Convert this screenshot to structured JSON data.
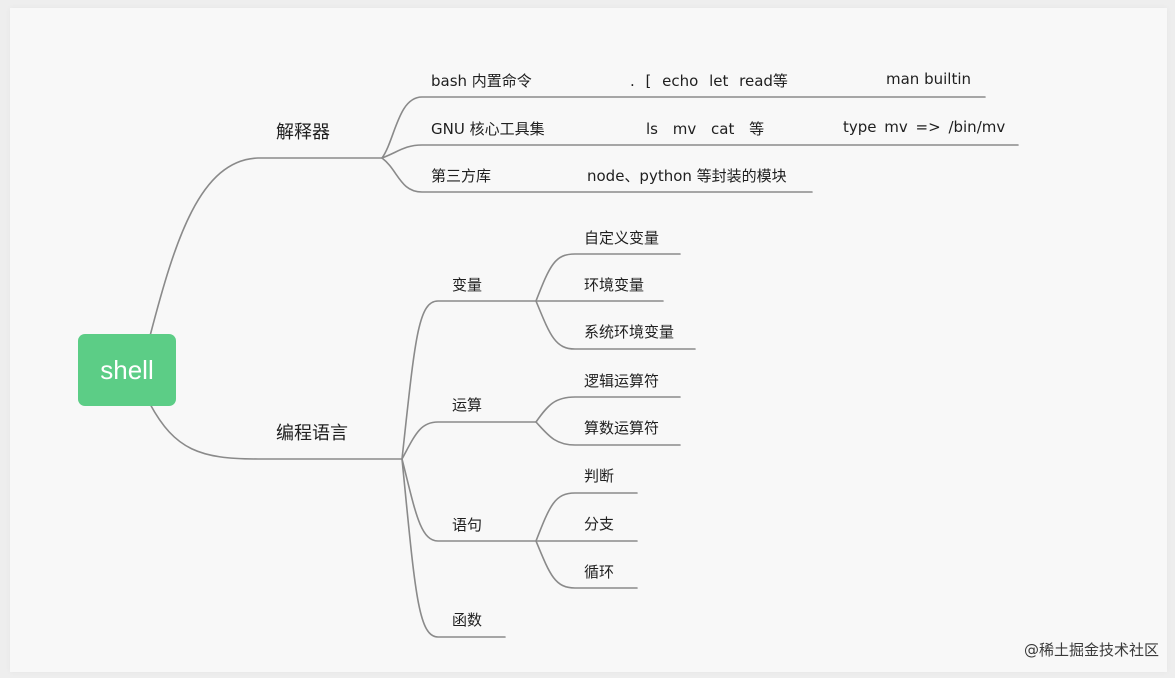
{
  "root": "shell",
  "branches": [
    {
      "label": "解释器",
      "children": [
        {
          "label": "bash 内置命令",
          "detail": ". [ echo let read等",
          "note": "man builtin"
        },
        {
          "label": "GNU 核心工具集",
          "detail": "ls mv cat 等",
          "note": "type mv => /bin/mv"
        },
        {
          "label": "第三方库",
          "detail": "node、python 等封装的模块"
        }
      ]
    },
    {
      "label": "编程语言",
      "children": [
        {
          "label": "变量",
          "children": [
            "自定义变量",
            "环境变量",
            "系统环境变量"
          ]
        },
        {
          "label": "运算",
          "children": [
            "逻辑运算符",
            "算数运算符"
          ]
        },
        {
          "label": "语句",
          "children": [
            "判断",
            "分支",
            "循环"
          ]
        },
        {
          "label": "函数"
        }
      ]
    }
  ],
  "watermark": "@稀土掘金技术社区",
  "colors": {
    "root": "#5ccd86",
    "line": "#8a8a8a",
    "background": "#f8f8f8"
  }
}
